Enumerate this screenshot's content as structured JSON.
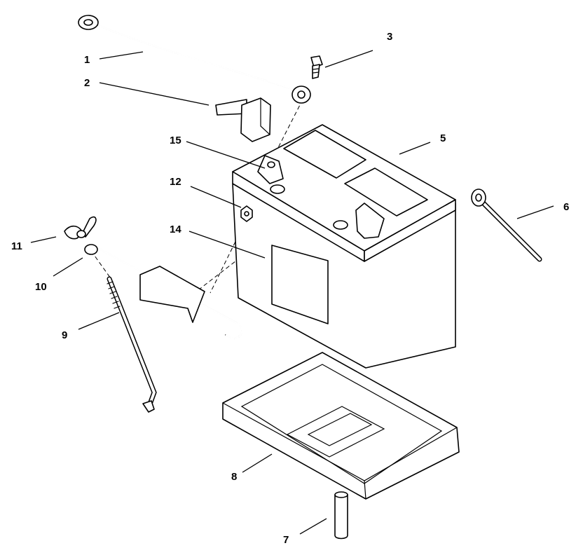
{
  "callouts": [
    {
      "id": "1",
      "label": "1"
    },
    {
      "id": "2",
      "label": "2"
    },
    {
      "id": "3",
      "label": "3"
    },
    {
      "id": "5",
      "label": "5"
    },
    {
      "id": "6",
      "label": "6"
    },
    {
      "id": "7",
      "label": "7"
    },
    {
      "id": "8",
      "label": "8"
    },
    {
      "id": "9",
      "label": "9"
    },
    {
      "id": "10",
      "label": "10"
    },
    {
      "id": "11",
      "label": "11"
    },
    {
      "id": "12",
      "label": "12"
    },
    {
      "id": "14",
      "label": "14"
    },
    {
      "id": "15",
      "label": "15"
    }
  ],
  "colors": {
    "line": "#000000",
    "background": "#ffffff"
  }
}
